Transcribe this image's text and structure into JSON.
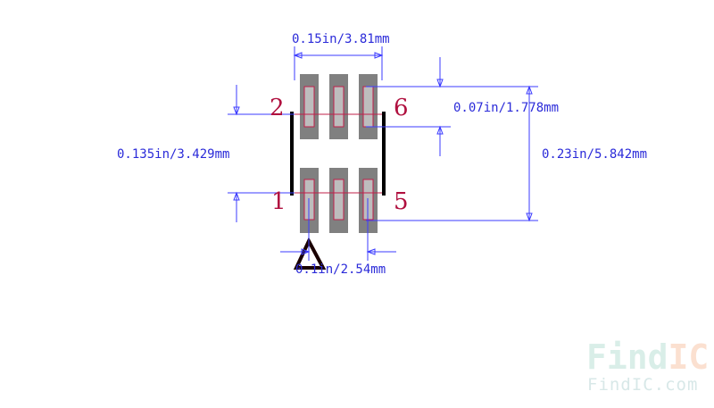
{
  "dimensions": {
    "width_label": "0.15in/3.81mm",
    "pad_height_label": "0.07in/1.778mm",
    "row_span_label": "0.135in/3.429mm",
    "total_height_label": "0.23in/5.842mm",
    "pitch_label": "0.1in/2.54mm"
  },
  "pins": {
    "pin1": "1",
    "pin2": "2",
    "pin5": "5",
    "pin6": "6"
  },
  "watermark": {
    "logo_find": "Find",
    "logo_ic": "IC",
    "url": "FindIC.com"
  },
  "colors": {
    "dimension_line": "#3b3bff",
    "pad_fill": "#808080",
    "pad_outline": "#c0204a",
    "pin_label": "#b0103f",
    "silkscreen": "#000000",
    "watermark_find": "#d9eee8",
    "watermark_ic": "#fbe0d0"
  }
}
